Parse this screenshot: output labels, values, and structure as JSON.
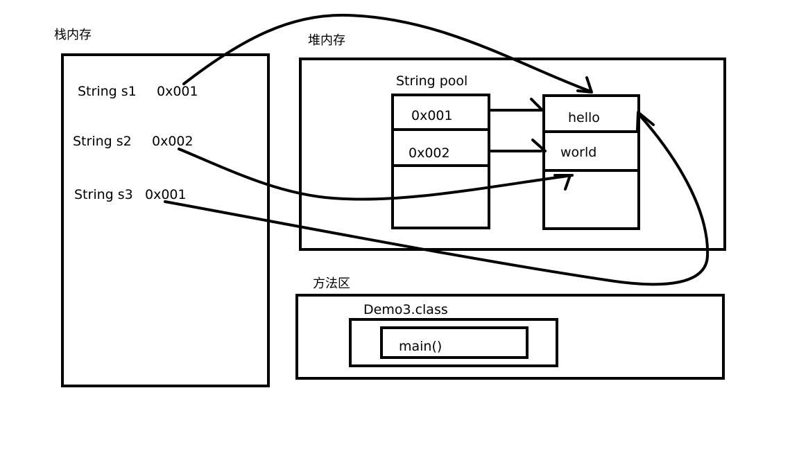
{
  "stack": {
    "title": "栈内存",
    "rows": [
      {
        "name": "String s1",
        "addr": "0x001"
      },
      {
        "name": "String s2",
        "addr": "0x002"
      },
      {
        "name": "String s3",
        "addr": "0x001"
      }
    ]
  },
  "heap": {
    "title": "堆内存",
    "pool": {
      "title": "String pool",
      "refs": [
        "0x001",
        "0x002"
      ],
      "values": [
        "hello",
        "world"
      ]
    }
  },
  "method_area": {
    "title": "方法区",
    "class_name": "Demo3.class",
    "method": "main()"
  },
  "colors": {
    "ink": "#000000",
    "background": "#ffffff"
  }
}
